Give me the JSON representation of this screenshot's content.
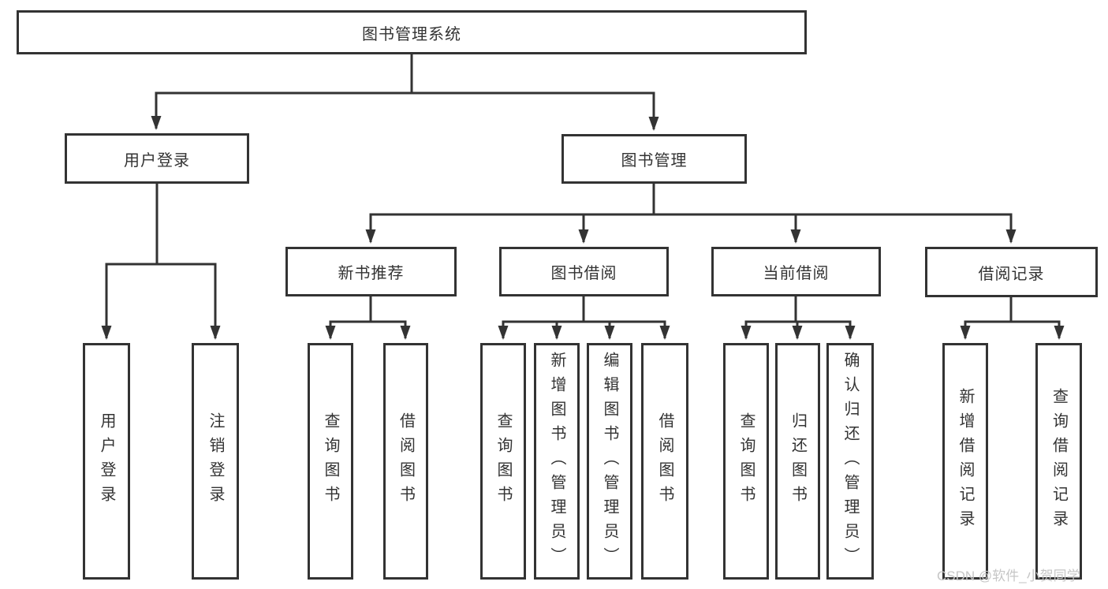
{
  "colors": {
    "line": "#333333",
    "border": "#333333",
    "text": "#333333",
    "watermark": "#c6c6c6",
    "background": "#ffffff"
  },
  "watermark": {
    "text": "CSDN @软件_小贺同学"
  },
  "tree": {
    "label": "图书管理系统",
    "children": [
      {
        "label": "用户登录",
        "children": [
          {
            "label": "用户登录"
          },
          {
            "label": "注销登录"
          }
        ]
      },
      {
        "label": "图书管理",
        "children": [
          {
            "label": "新书推荐",
            "children": [
              {
                "label": "查询图书"
              },
              {
                "label": "借阅图书"
              }
            ]
          },
          {
            "label": "图书借阅",
            "children": [
              {
                "label": "查询图书"
              },
              {
                "label": "新增图书（管理员）"
              },
              {
                "label": "编辑图书（管理员）"
              },
              {
                "label": "借阅图书"
              }
            ]
          },
          {
            "label": "当前借阅",
            "children": [
              {
                "label": "查询图书"
              },
              {
                "label": "归还图书"
              },
              {
                "label": "确认归还（管理员）"
              }
            ]
          },
          {
            "label": "借阅记录",
            "children": [
              {
                "label": "新增借阅记录"
              },
              {
                "label": "查询借阅记录"
              }
            ]
          }
        ]
      }
    ]
  }
}
